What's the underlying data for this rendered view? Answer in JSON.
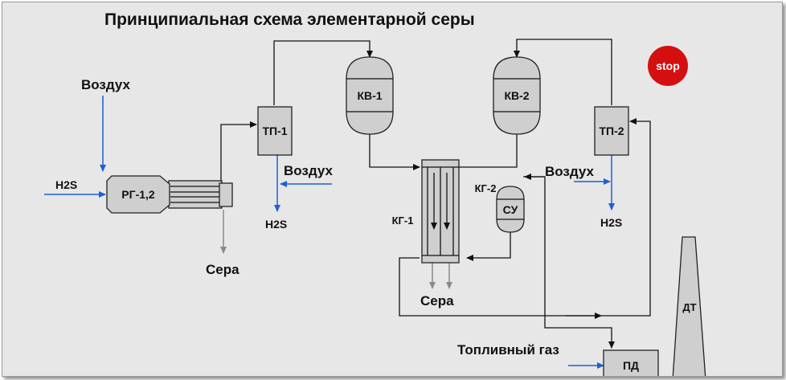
{
  "title": "Принципиальная схема элементарной серы",
  "stop_button": {
    "label": "stop",
    "color": "#d40f0f"
  },
  "colors": {
    "equipment_fill": "#cfcfcf",
    "air_line": "#1f5fd6",
    "sulfur_line": "#8a8a8a",
    "process_line": "#111111"
  },
  "equipment": {
    "rg": "РГ-1,2",
    "tp1": "ТП-1",
    "tp2": "ТП-2",
    "kv1": "КВ-1",
    "kv2": "КВ-2",
    "kg1": "КГ-1",
    "kg2": "КГ-2",
    "su": "СУ",
    "pd": "ПД",
    "dt": "ДТ"
  },
  "streams": {
    "air_top": "Воздух",
    "h2s_in": "H2S",
    "sulfur_rg": "Сера",
    "air_tp1": "Воздух",
    "h2s_tp1": "H2S",
    "sulfur_kg": "Сера",
    "air_tp2": "Воздух",
    "h2s_tp2": "H2S",
    "fuel_gas": "Топливный газ"
  }
}
